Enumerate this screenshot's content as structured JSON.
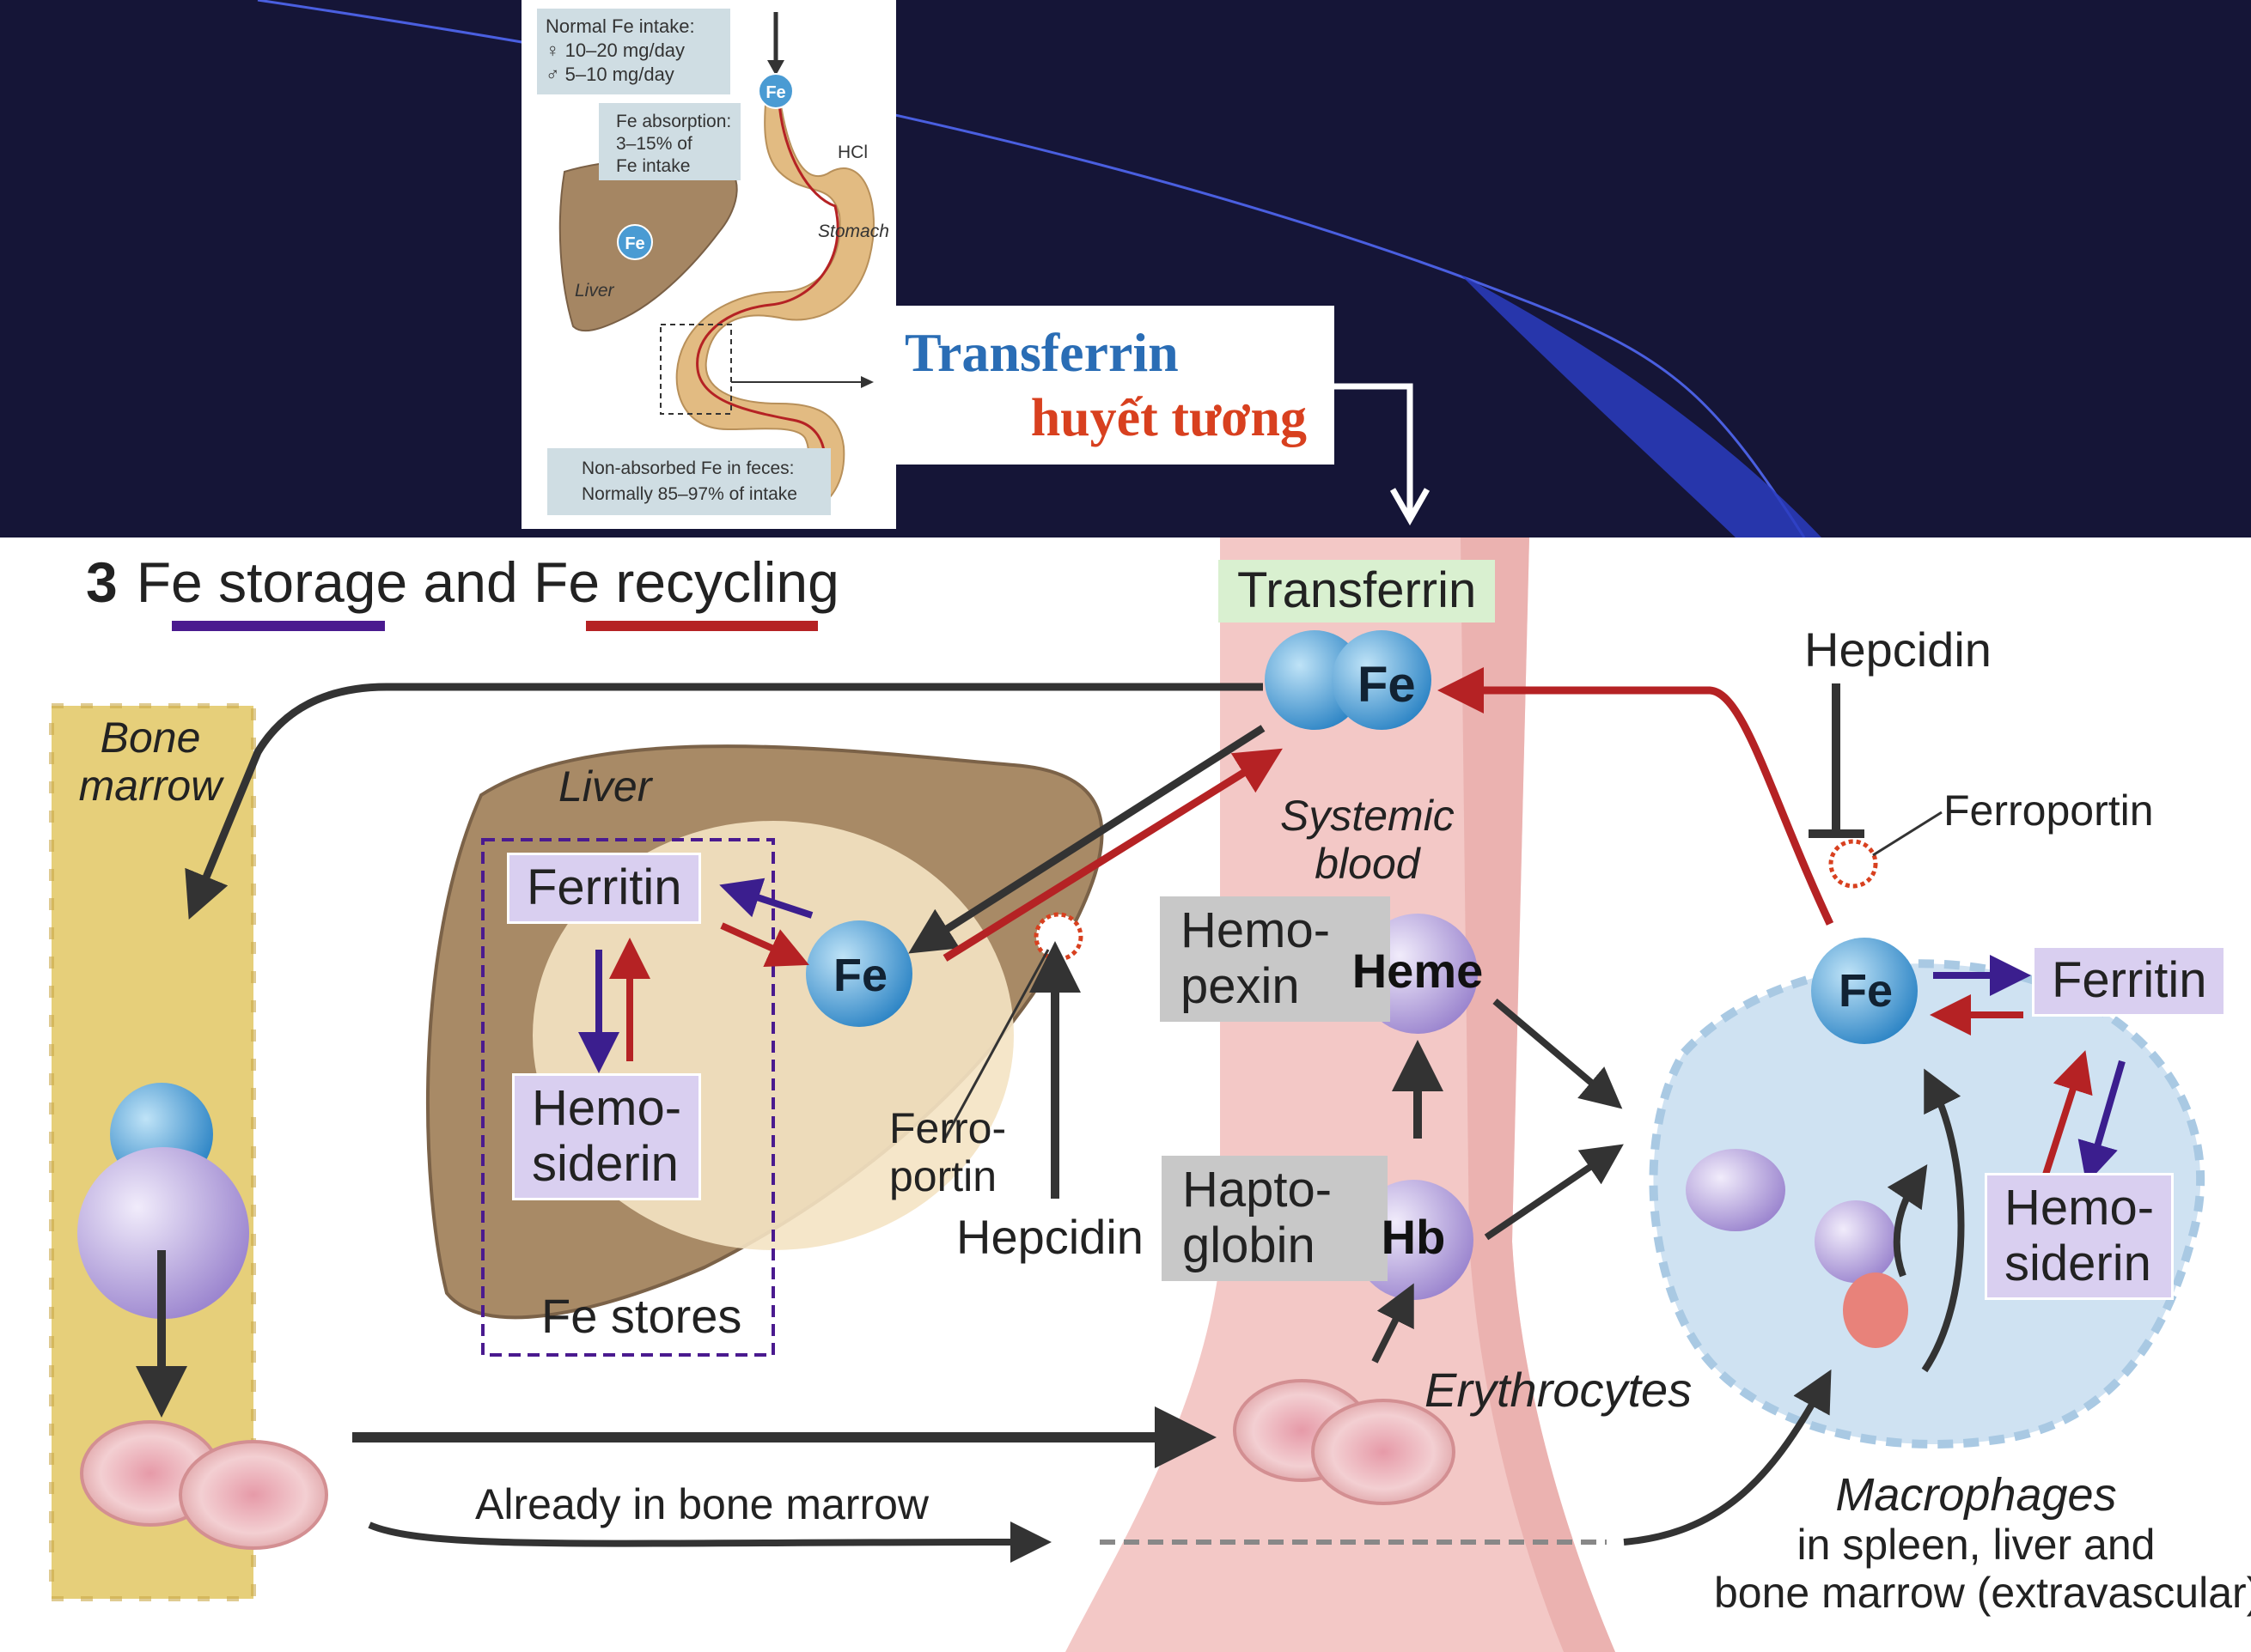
{
  "top_figure": {
    "intake_title": "Normal Fe intake:",
    "intake_female": "♀  10–20 mg/day",
    "intake_male": "♂   5–10 mg/day",
    "absorption": [
      "Fe absorption:",
      "3–15% of",
      "Fe intake"
    ],
    "hcl": "HCl",
    "stomach": "Stomach",
    "liver": "Liver",
    "fe": "Fe",
    "feces": [
      "Non-absorbed Fe in feces:",
      "Normally 85–97% of intake"
    ]
  },
  "callout": {
    "line1": "Transferrin",
    "line2": "huyết tương"
  },
  "main": {
    "number": "3",
    "title_part1": "Fe storage",
    "title_mid": " and Fe ",
    "title_part2": "recycling",
    "bone_marrow": [
      "Bone",
      "marrow"
    ],
    "liver": "Liver",
    "ferritin_left": "Ferritin",
    "hemosiderin_left": [
      "Hemo-",
      "siderin"
    ],
    "fe_stores": "Fe stores",
    "fe": "Fe",
    "ferroportin_left": [
      "Ferro-",
      "portin"
    ],
    "hepcidin_left": "Hepcidin",
    "transferrin": "Transferrin",
    "systemic_blood": [
      "Systemic",
      "blood"
    ],
    "hemopexin": [
      "Hemo-",
      "pexin"
    ],
    "heme": "Heme",
    "haptoglobin": [
      "Hapto-",
      "globin"
    ],
    "hb": "Hb",
    "erythrocytes": "Erythrocytes",
    "already": "Already in bone marrow",
    "hepcidin_right": "Hepcidin",
    "ferroportin_right": "Ferroportin",
    "ferritin_right": "Ferritin",
    "hemosiderin_right": [
      "Hemo-",
      "siderin"
    ],
    "macrophages": [
      "Macrophages",
      "in spleen, liver and",
      "bone marrow (extravascular)"
    ]
  },
  "colors": {
    "background": "#151537",
    "transferrin_blue": "#2a6db5",
    "accent_red": "#d8401f",
    "storage_underline": "#4a1a8f",
    "recycling_underline": "#b52224"
  }
}
